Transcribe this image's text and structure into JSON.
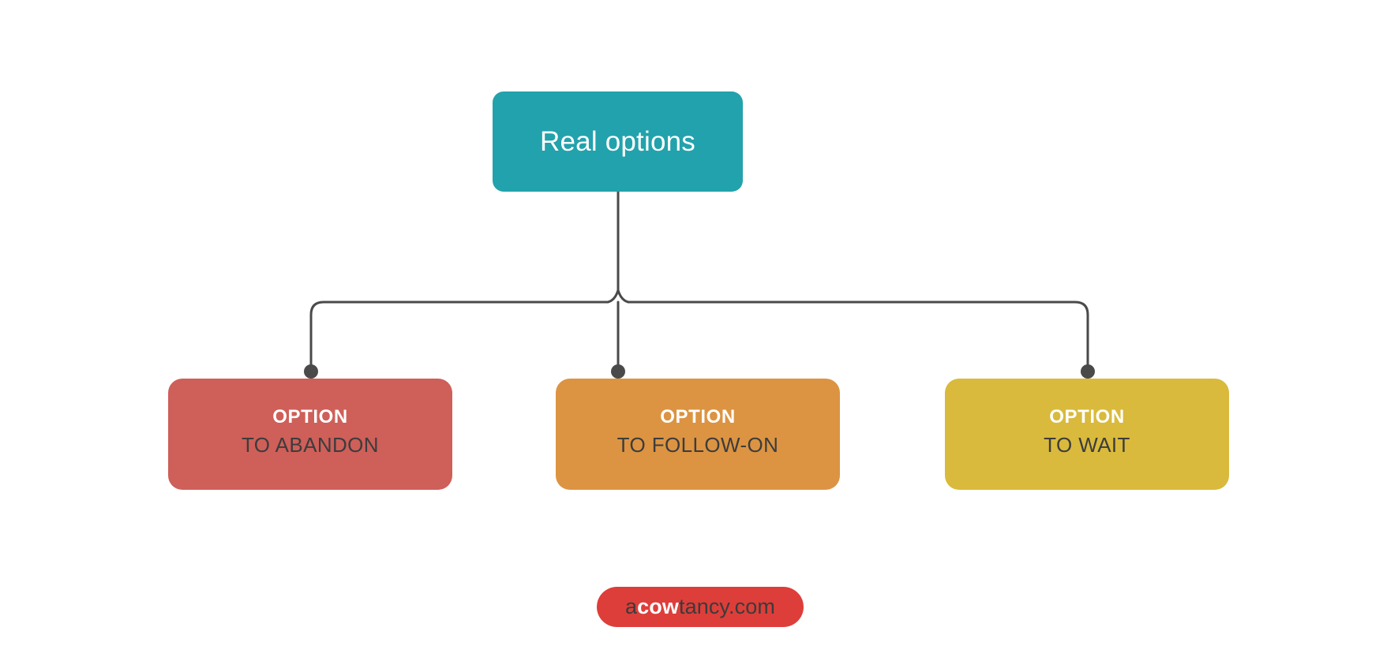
{
  "diagram": {
    "title": "Real options",
    "root": {
      "label": "Real options",
      "color": "#22a2ac",
      "text_color": "#ffffff"
    },
    "children": [
      {
        "title": "OPTION",
        "subtitle": "TO ABANDON",
        "color": "#cf5f59",
        "title_color": "#ffffff",
        "subtitle_color": "#3c3c3c"
      },
      {
        "title": "OPTION",
        "subtitle": "TO FOLLOW-ON",
        "color": "#dc9442",
        "title_color": "#ffffff",
        "subtitle_color": "#3c3c3c"
      },
      {
        "title": "OPTION",
        "subtitle": "TO WAIT",
        "color": "#d9ba3c",
        "title_color": "#ffffff",
        "subtitle_color": "#3c3c3c"
      }
    ],
    "connector": {
      "color": "#4a4a4a",
      "stroke_width": 3,
      "node_marker": "dot"
    },
    "background": "#ffffff"
  },
  "footer": {
    "logo": {
      "prefix": "a",
      "highlight": "cow",
      "suffix": "tancy.com",
      "full_text": "acowtancy.com",
      "background": "#dd3e3a",
      "prefix_color": "#3b3b3b",
      "highlight_color": "#ffffff"
    }
  }
}
